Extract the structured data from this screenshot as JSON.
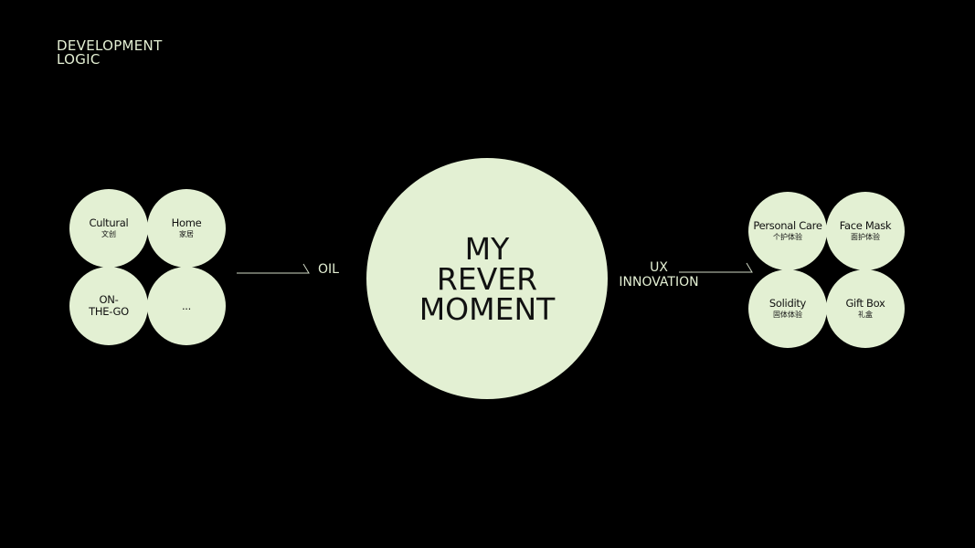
{
  "title": [
    "DEVELOPMENT",
    "LOGIC"
  ],
  "left_items": [
    {
      "en": "Cultural",
      "cn": "文创"
    },
    {
      "en": "Home",
      "cn": "家居"
    },
    {
      "en": "ON-\nTHE-GO",
      "cn": ""
    },
    {
      "en": "...",
      "cn": ""
    }
  ],
  "left_connector_label": "OIL",
  "center": [
    "MY",
    "REVER",
    "MOMENT"
  ],
  "right_connector_label": [
    "UX",
    "INNOVATION"
  ],
  "right_items": [
    {
      "en": "Personal Care",
      "cn": "个护体验"
    },
    {
      "en": "Face Mask",
      "cn": "面护体验"
    },
    {
      "en": "Solidity",
      "cn": "固体体验"
    },
    {
      "en": "Gift Box",
      "cn": "礼盒"
    }
  ],
  "colors": {
    "background": "#000000",
    "circle": "#e3f0d3",
    "text_light": "#e4f0d4"
  }
}
